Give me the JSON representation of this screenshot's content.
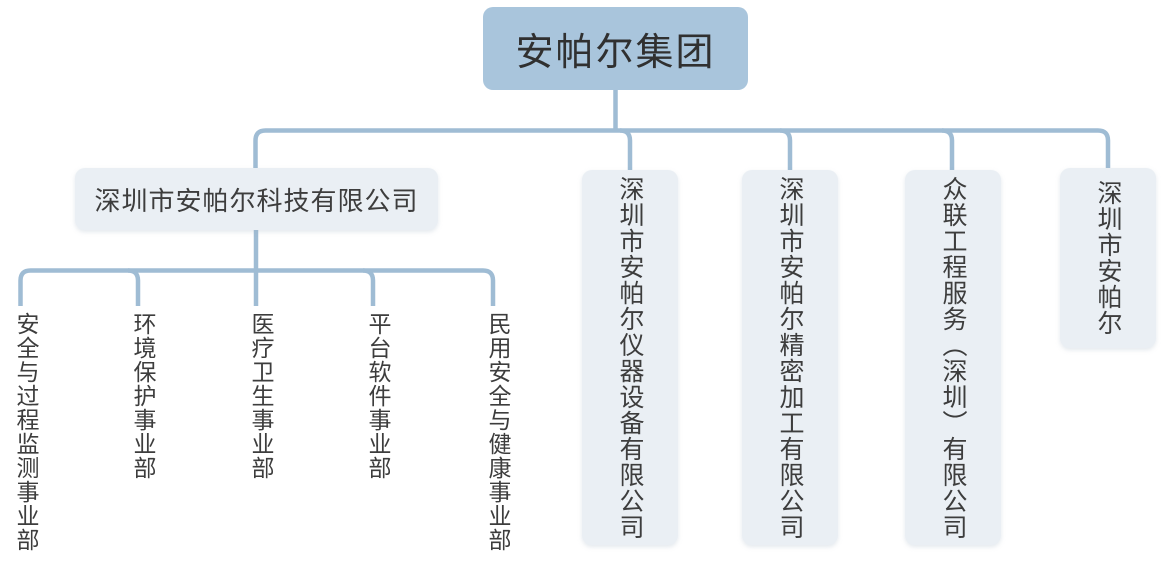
{
  "colors": {
    "root_fill": "#a9c5dc",
    "node_fill": "#eaeff4",
    "line": "#9fbcd4",
    "root_text": "#303030",
    "node_text": "#3d3d3d"
  },
  "org": {
    "root": {
      "label": "安帕尔集团"
    },
    "children": [
      {
        "label": "深圳市安帕尔科技有限公司",
        "departments": [
          "安全与过程监测事业部",
          "环境保护事业部",
          "医疗卫生事业部",
          "平台软件事业部",
          "民用安全与健康事业部"
        ]
      },
      {
        "label": "深圳市安帕尔仪器设备有限公司"
      },
      {
        "label": "深圳市安帕尔精密加工有限公司"
      },
      {
        "label": "众联工程服务（深圳）有限公司"
      },
      {
        "label": "深圳市安帕尔"
      }
    ]
  }
}
